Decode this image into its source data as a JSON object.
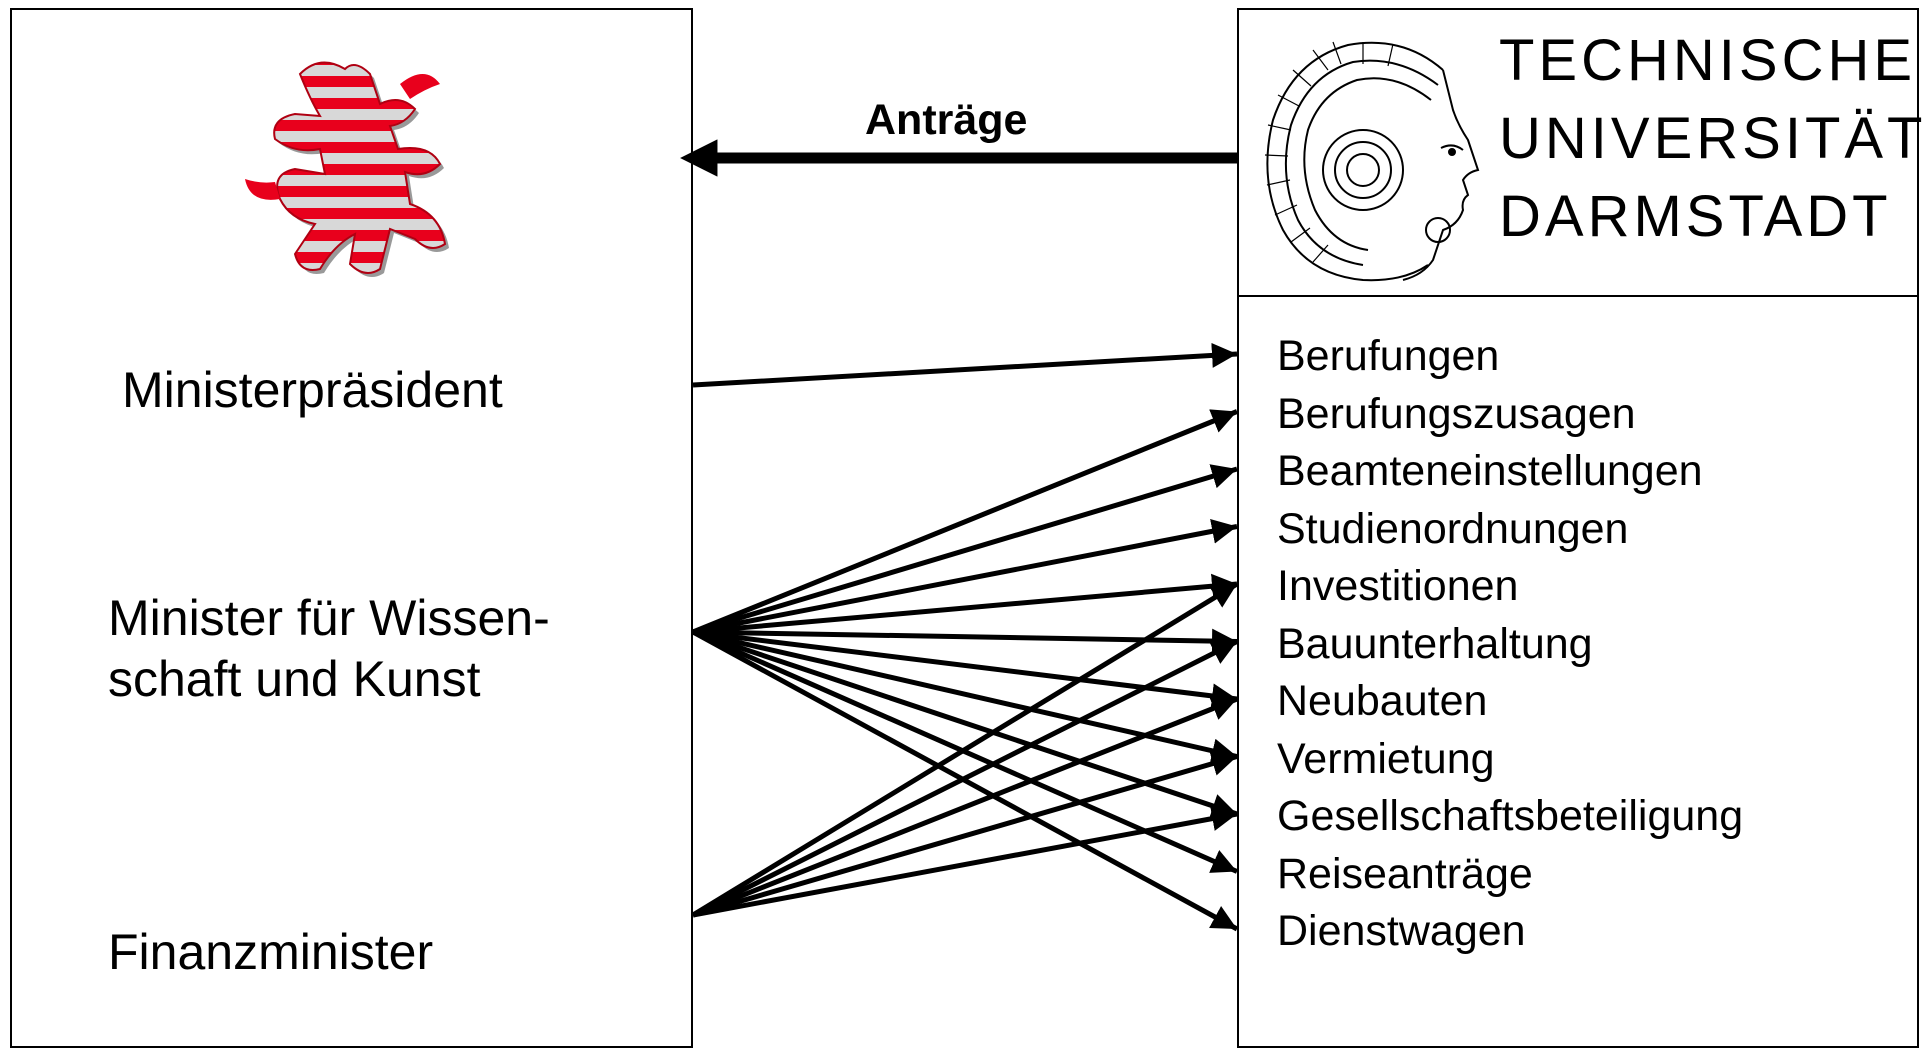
{
  "left_panel": {
    "logo": "hessen-lion-icon",
    "roles": {
      "ministerpraesident": "Ministerpräsident",
      "minister_wissenschaft": "Minister für Wissen-\nschaft und Kunst",
      "finanzminister": "Finanzminister"
    }
  },
  "right_panel": {
    "logo": "minerva-head-icon",
    "university_name": [
      "TECHNISCHE",
      "UNIVERSITÄT",
      "DARMSTADT"
    ],
    "tasks": [
      "Berufungen",
      "Berufungszusagen",
      "Beamteneinstellungen",
      "Studienordnungen",
      "Investitionen",
      "Bauunterhaltung",
      "Neubauten",
      "Vermietung",
      "Gesellschaftsbeteiligung",
      "Reiseanträge",
      "Dienstwagen"
    ]
  },
  "arrow_label": "Anträge",
  "relations": {
    "ministerpraesident": [
      0
    ],
    "minister_wissenschaft": [
      1,
      2,
      3,
      4,
      5,
      6,
      7,
      8,
      9,
      10
    ],
    "finanzminister": [
      4,
      5,
      6,
      7,
      8
    ]
  },
  "colors": {
    "lion_red": "#e8001c",
    "lion_stripe": "#d8d8d8",
    "line": "#000000"
  }
}
